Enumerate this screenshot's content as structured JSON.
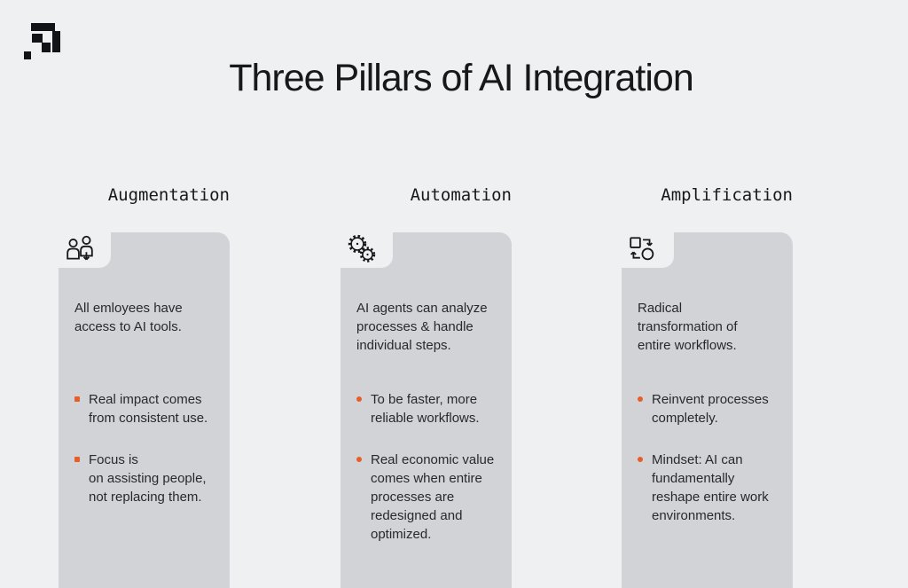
{
  "page": {
    "title": "Three Pillars of AI Integration"
  },
  "colors": {
    "background": "#eef0f2",
    "card": "#d1d3d6",
    "accent_orange": "#e85d28",
    "text": "#28292c"
  },
  "logo": {
    "name": "pixel-arrow-logo"
  },
  "pillars": [
    {
      "heading": "Augmentation",
      "icon": "people-access-icon",
      "intro": "All emloyees have\naccess to AI tools.",
      "bullet_shape": "square",
      "bullet_radius": "1px",
      "bullets": [
        "Real impact comes\nfrom consistent use.",
        "Focus is\non assisting people,\nnot replacing them."
      ]
    },
    {
      "heading": "Automation",
      "icon": "gears-icon",
      "intro": "AI agents can analyze\nprocesses & handle\nindividual steps.",
      "bullet_shape": "round",
      "bullet_radius": "50%",
      "bullets": [
        "To be faster, more\nreliable workflows.",
        "Real economic value\ncomes when entire\nprocesses are\nredesigned and\noptimized."
      ]
    },
    {
      "heading": "Amplification",
      "icon": "transform-icon",
      "intro": "Radical\ntransformation of\nentire workflows.",
      "bullet_shape": "round",
      "bullet_radius": "50%",
      "bullets": [
        "Reinvent processes\ncompletely.",
        "Mindset: AI can\nfundamentally\nreshape entire work\nenvironments."
      ]
    }
  ]
}
